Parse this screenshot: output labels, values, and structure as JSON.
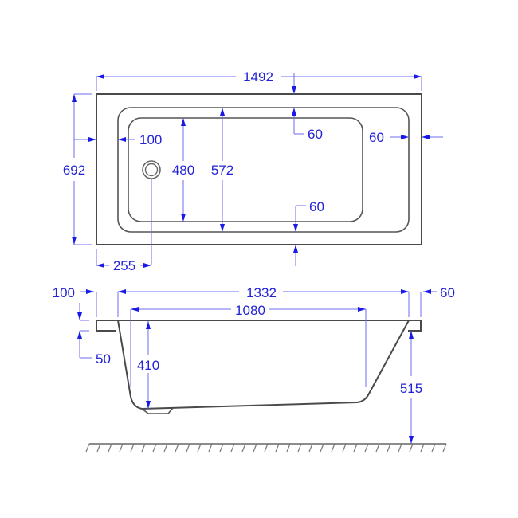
{
  "drawing": {
    "title": "Bath technical dimension drawing",
    "units": "mm",
    "colors": {
      "outline": "#4a4a4a",
      "dimension_line": "#6b6bf0",
      "dimension_text": "#2323d6",
      "background": "#ffffff"
    }
  },
  "plan_view": {
    "overall_length": "1492",
    "overall_width": "692",
    "rim_left": "100",
    "inner_width": "480",
    "bowl_width": "572",
    "rim_top": "60",
    "rim_bottom": "60",
    "rim_right": "60",
    "waste_offset": "255"
  },
  "side_view": {
    "rim_left_overhang": "100",
    "top_length": "1332",
    "bottom_length": "1080",
    "rim_thickness": "50",
    "inner_depth": "410",
    "rim_right_overhang": "60",
    "overall_height": "515"
  }
}
